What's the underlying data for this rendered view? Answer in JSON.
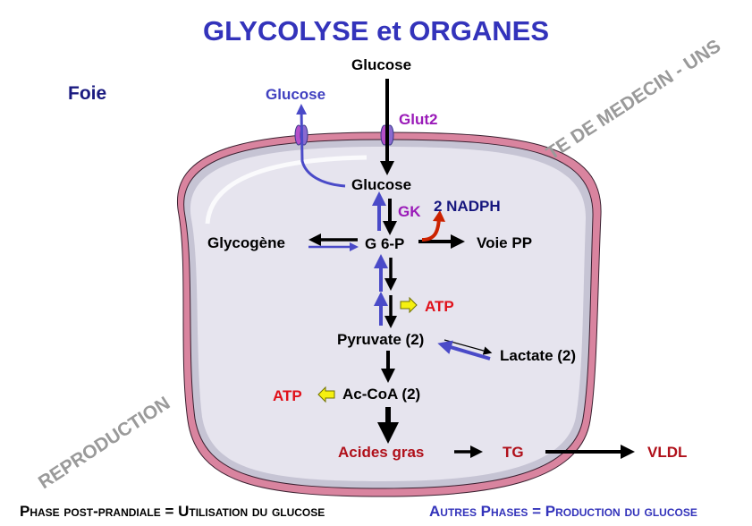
{
  "title": "GLYCOLYSE et ORGANES",
  "organ_label": "Foie",
  "watermark": {
    "left_text": "REPRODUCTION",
    "right_text": "TE DE MEDECIN - UNS"
  },
  "nodes": {
    "glucose_external": "Glucose",
    "glucose_exported": "Glucose",
    "transporter": "Glut2",
    "glucose_internal": "Glucose",
    "enzyme": "GK",
    "nadph": "2 NADPH",
    "glycogen": "Glycogène",
    "g6p": "G 6-P",
    "pentose_pathway": "Voie PP",
    "atp_glycolysis": "ATP",
    "pyruvate": "Pyruvate (2)",
    "lactate": "Lactate (2)",
    "atp_acetylcoa": "ATP",
    "acetyl_coa": "Ac-CoA (2)",
    "fatty_acids": "Acides gras",
    "triglycerides": "TG",
    "vldl": "VLDL"
  },
  "footer": {
    "left": "Phase post-prandiale = Utilisation du glucose",
    "right": "Autres Phases = Production du glucose"
  },
  "colors": {
    "title": "#3333bb",
    "utilisation_arrows": "#000000",
    "production_arrows": "#4a4ac8",
    "atp": "#e0101a",
    "lipid_products": "#b0101a",
    "transporter_enzyme": "#9a1ab8",
    "nadph": "#16167e",
    "membrane": "#d9849f",
    "cytoplasm": "#e6e4ee"
  }
}
